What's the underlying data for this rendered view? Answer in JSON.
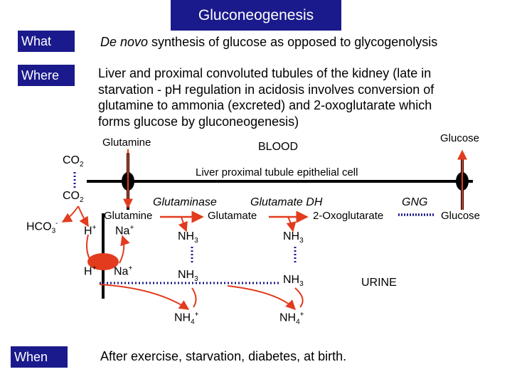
{
  "title": "Gluconeogenesis",
  "what": {
    "label": "What",
    "text_italic": "De novo",
    "text_rest": " synthesis of glucose as opposed to glycogenolysis"
  },
  "where": {
    "label": "Where",
    "lines": [
      "Liver and proximal convoluted tubules of the kidney (late in",
      "starvation - pH regulation in acidosis involves conversion of",
      "glutamine to ammonia (excreted) and 2-oxoglutarate which",
      "forms glucose by gluconeogenesis)"
    ]
  },
  "when": {
    "label": "When",
    "text": "After exercise, starvation, diabetes, at birth."
  },
  "diagram": {
    "glutamine_top": "Glutamine",
    "glucose_top": "Glucose",
    "blood": "BLOOD",
    "cell": "Liver proximal tubule epithelial cell",
    "co2": "CO",
    "co2_sub": "2",
    "hco3": "HCO",
    "hco3_sub": "3",
    "hco3_sup": "-",
    "h": "H",
    "plus": "+",
    "na": "Na",
    "glutaminase": "Glutaminase",
    "glutamate_dh": "Glutamate DH",
    "gng": "GNG",
    "glutamine": "Glutamine",
    "glutamate": "Glutamate",
    "oxoglutarate": "2-Oxoglutarate",
    "glucose_right": "Glucose",
    "nh3": "NH",
    "nh3_sub": "3",
    "nh4": "NH",
    "nh4_sub": "4",
    "urine": "URINE",
    "colors": {
      "header": "#1a1a8c",
      "arrow_red": "#e23b1e",
      "dotted_blue": "#1a1a8c",
      "membrane": "#000000"
    }
  }
}
